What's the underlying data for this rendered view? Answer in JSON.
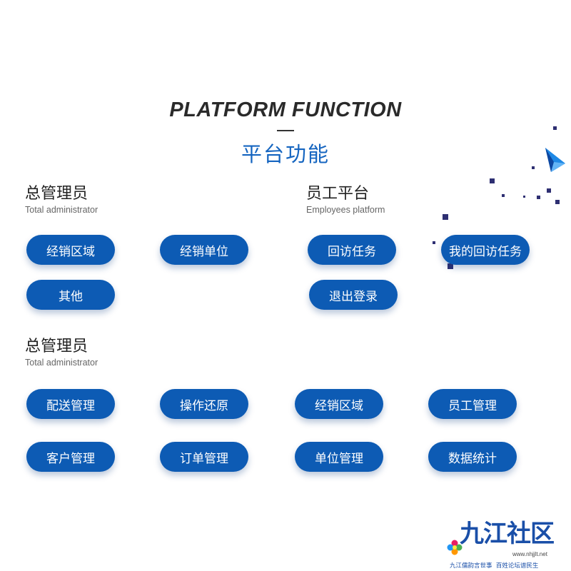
{
  "header": {
    "title_en": "PLATFORM FUNCTION",
    "title_zh": "平台功能"
  },
  "sections": [
    {
      "title_zh": "总管理员",
      "title_en": "Total administrator",
      "buttons": [
        "经销区域",
        "经销单位",
        "其他"
      ]
    },
    {
      "title_zh": "员工平台",
      "title_en": "Employees platform",
      "buttons": [
        "回访任务",
        "我的回访任务",
        "退出登录"
      ]
    },
    {
      "title_zh": "总管理员",
      "title_en": "Total administrator",
      "buttons": [
        "配送管理",
        "操作还原",
        "经销区域",
        "员工管理",
        "客户管理",
        "订单管理",
        "单位管理",
        "数据统计"
      ]
    }
  ],
  "logo": {
    "brand": "九江社区",
    "url": "www.nhjjlt.net",
    "slogan": "九江儒韵言世事  百姓论坛谱民生"
  },
  "colors": {
    "accent": "#0d5bb4",
    "title_zh": "#1565c0",
    "decor_dots": "#2e2f72",
    "logo_blue": "#1a4fa8"
  },
  "icons": {
    "decor": "blue-triangle-arrow-icon"
  }
}
